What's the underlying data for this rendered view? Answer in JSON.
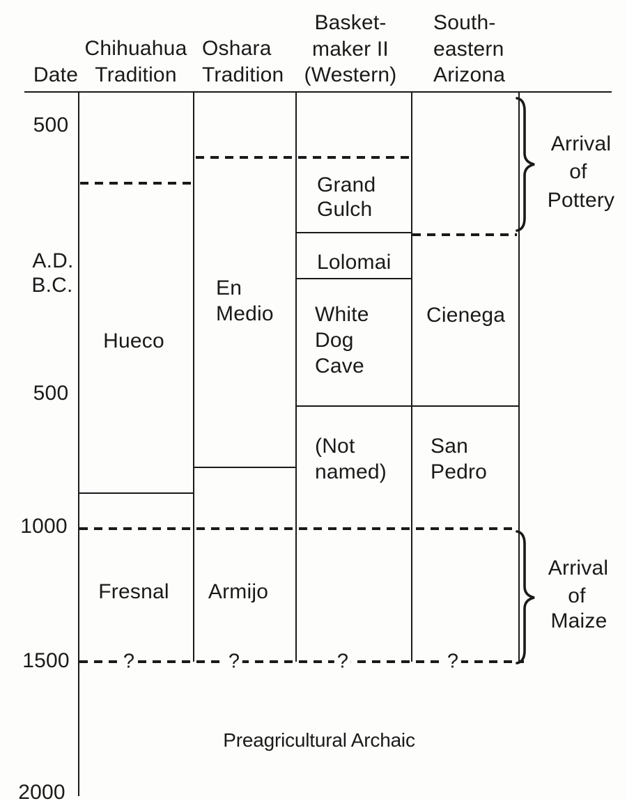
{
  "colors": {
    "ink": "#1a1a1a",
    "paper": "#fdfdfb"
  },
  "header": {
    "date_label": "Date",
    "columns": [
      {
        "lines": [
          "Chihuahua",
          "Tradition"
        ]
      },
      {
        "lines": [
          "Oshara",
          "Tradition"
        ]
      },
      {
        "lines": [
          "Basket-",
          "maker II",
          "(Western)"
        ]
      },
      {
        "lines": [
          "South-",
          "eastern",
          "Arizona"
        ]
      }
    ]
  },
  "axis": {
    "ticks": [
      "500",
      "A.D.",
      "B.C.",
      "500",
      "1000",
      "1500",
      "2000"
    ]
  },
  "phases": {
    "hueco": "Hueco",
    "fresnal": "Fresnal",
    "en_medio": [
      "En",
      "Medio"
    ],
    "armijo": "Armijo",
    "grand_gulch": [
      "Grand",
      "Gulch"
    ],
    "lolomai": "Lolomai",
    "white_dog_cave": [
      "White",
      "Dog",
      "Cave"
    ],
    "not_named": [
      "(Not",
      "named)"
    ],
    "cienega": "Cienega",
    "san_pedro": [
      "San",
      "Pedro"
    ],
    "preagricultural": "Preagricultural Archaic"
  },
  "annotations": {
    "arrival_of_pottery": [
      "Arrival",
      "of",
      "Pottery"
    ],
    "arrival_of_maize": [
      "Arrival",
      "of",
      "Maize"
    ],
    "question_mark": "?"
  },
  "chart_data": {
    "type": "table",
    "title": "",
    "axis": {
      "label": "Date",
      "unit": "years B.C. / A.D.",
      "orientation": "vertical, time increases downward into the past",
      "tick_labels": [
        "500",
        "A.D.",
        "B.C.",
        "500",
        "1000",
        "1500",
        "2000"
      ],
      "tick_values_ad": [
        500,
        0,
        0,
        -500,
        -1000,
        -1500,
        -2000
      ],
      "top_of_chart_ad": 620,
      "bottom_of_chart_ad": -2030
    },
    "columns": [
      {
        "name": "Chihuahua Tradition",
        "phases": [
          {
            "name": "Hueco",
            "from_ad": -870,
            "to_ad": 280,
            "top_boundary": "dashed"
          },
          {
            "name": "Fresnal",
            "from_ad": -1500,
            "to_ad": -870,
            "top_boundary": "solid",
            "bottom_boundary": "dashed with question mark"
          }
        ]
      },
      {
        "name": "Oshara Tradition",
        "phases": [
          {
            "name": "En Medio",
            "from_ad": -780,
            "to_ad": 380,
            "top_boundary": "dashed"
          },
          {
            "name": "Armijo",
            "from_ad": -1500,
            "to_ad": -780,
            "top_boundary": "solid",
            "bottom_boundary": "dashed with question mark"
          }
        ]
      },
      {
        "name": "Basketmaker II (Western)",
        "phases": [
          {
            "name": "Grand Gulch",
            "from_ad": 100,
            "to_ad": 380,
            "top_boundary": "dashed"
          },
          {
            "name": "Lolomai",
            "from_ad": -70,
            "to_ad": 100,
            "top_boundary": "solid"
          },
          {
            "name": "White Dog Cave",
            "from_ad": -550,
            "to_ad": -70,
            "top_boundary": "solid"
          },
          {
            "name": "(Not named)",
            "from_ad": -1500,
            "to_ad": -550,
            "top_boundary": "solid",
            "bottom_boundary": "dashed with question mark"
          }
        ]
      },
      {
        "name": "Southeastern Arizona",
        "phases": [
          {
            "name": "Cienega",
            "from_ad": -550,
            "to_ad": 90,
            "top_boundary": "dashed"
          },
          {
            "name": "San Pedro",
            "from_ad": -1500,
            "to_ad": -550,
            "top_boundary": "solid",
            "bottom_boundary": "dashed with question mark"
          }
        ]
      }
    ],
    "events": [
      {
        "label": "Arrival of Pottery",
        "from_ad": 110,
        "to_ad": 600,
        "marker": "right curly brace"
      },
      {
        "label": "Arrival of Maize",
        "from_ad": -1500,
        "to_ad": -1010,
        "marker": "right curly brace"
      }
    ],
    "horizontal_rules": [
      {
        "style": "dashed",
        "ad": 280,
        "span": "Chihuahua column"
      },
      {
        "style": "dashed",
        "ad": 380,
        "span": "Oshara and Basketmaker II columns"
      },
      {
        "style": "dashed",
        "ad": 90,
        "span": "Southeastern Arizona column"
      },
      {
        "style": "dashed",
        "ad": -1000,
        "span": "all columns"
      },
      {
        "style": "dashed",
        "ad": -1500,
        "span": "all columns",
        "question_marks": 4
      }
    ],
    "base_zone": {
      "label": "Preagricultural Archaic",
      "from_ad": -2030,
      "to_ad": -1500
    }
  }
}
